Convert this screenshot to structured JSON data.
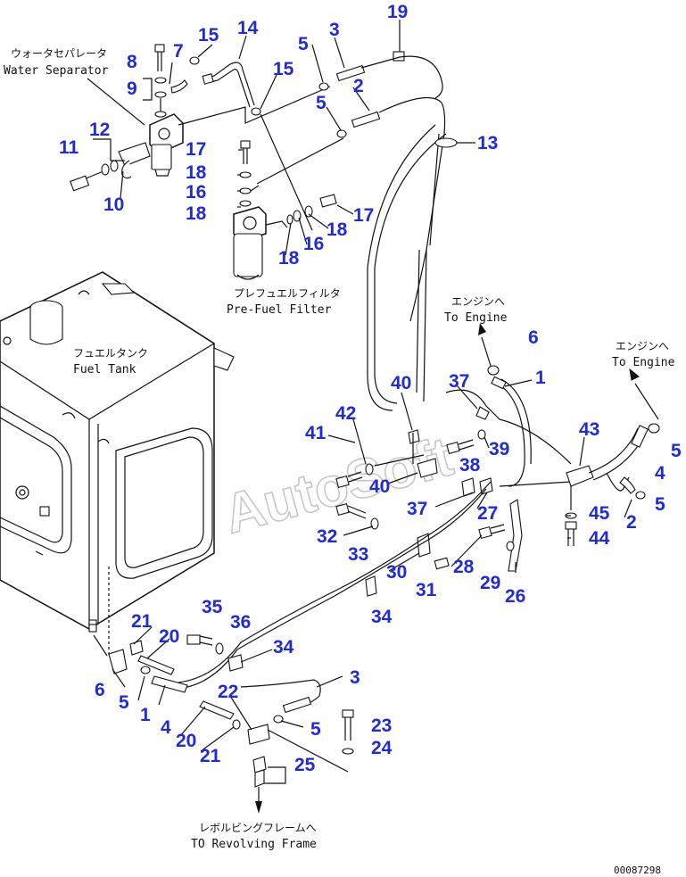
{
  "labels": {
    "water_separator_jp": "ウォータセパレータ",
    "water_separator_en": "Water Separator",
    "pre_fuel_filter_jp": "プレフュエルフィルタ",
    "pre_fuel_filter_en": "Pre-Fuel Filter",
    "fuel_tank_jp": "フュエルタンク",
    "fuel_tank_en": "Fuel Tank",
    "to_engine_jp": "エンジンへ",
    "to_engine_en": "To Engine",
    "revolving_frame_jp": "レボルビングフレームへ",
    "revolving_frame_en": "TO Revolving Frame",
    "watermark": "AutoSoft",
    "doc_id": "00087298"
  },
  "callouts": [
    {
      "id": "c8",
      "text": "8"
    },
    {
      "id": "c7",
      "text": "7"
    },
    {
      "id": "c15a",
      "text": "15"
    },
    {
      "id": "c14",
      "text": "14"
    },
    {
      "id": "c5a",
      "text": "5"
    },
    {
      "id": "c3a",
      "text": "3"
    },
    {
      "id": "c19",
      "text": "19"
    },
    {
      "id": "c9",
      "text": "9"
    },
    {
      "id": "c15b",
      "text": "15"
    },
    {
      "id": "c2a",
      "text": "2"
    },
    {
      "id": "c5b",
      "text": "5"
    },
    {
      "id": "c12",
      "text": "12"
    },
    {
      "id": "c13",
      "text": "13"
    },
    {
      "id": "c11",
      "text": "11"
    },
    {
      "id": "c17a",
      "text": "17"
    },
    {
      "id": "c18a",
      "text": "18"
    },
    {
      "id": "c16a",
      "text": "16"
    },
    {
      "id": "c10",
      "text": "10"
    },
    {
      "id": "c18b",
      "text": "18"
    },
    {
      "id": "c17b",
      "text": "17"
    },
    {
      "id": "c18c",
      "text": "18"
    },
    {
      "id": "c16b",
      "text": "16"
    },
    {
      "id": "c18d",
      "text": "18"
    },
    {
      "id": "c6a",
      "text": "6"
    },
    {
      "id": "c1a",
      "text": "1"
    },
    {
      "id": "c40a",
      "text": "40"
    },
    {
      "id": "c37a",
      "text": "37"
    },
    {
      "id": "c42",
      "text": "42"
    },
    {
      "id": "c41",
      "text": "41"
    },
    {
      "id": "c39",
      "text": "39"
    },
    {
      "id": "c43",
      "text": "43"
    },
    {
      "id": "c5c",
      "text": "5"
    },
    {
      "id": "c38",
      "text": "38"
    },
    {
      "id": "c4a",
      "text": "4"
    },
    {
      "id": "c40b",
      "text": "40"
    },
    {
      "id": "c5d",
      "text": "5"
    },
    {
      "id": "c37b",
      "text": "37"
    },
    {
      "id": "c27",
      "text": "27"
    },
    {
      "id": "c2b",
      "text": "2"
    },
    {
      "id": "c45",
      "text": "45"
    },
    {
      "id": "c32",
      "text": "32"
    },
    {
      "id": "c44",
      "text": "44"
    },
    {
      "id": "c33",
      "text": "33"
    },
    {
      "id": "c30",
      "text": "30"
    },
    {
      "id": "c28",
      "text": "28"
    },
    {
      "id": "c29",
      "text": "29"
    },
    {
      "id": "c31",
      "text": "31"
    },
    {
      "id": "c26",
      "text": "26"
    },
    {
      "id": "c35",
      "text": "35"
    },
    {
      "id": "c34a",
      "text": "34"
    },
    {
      "id": "c21a",
      "text": "21"
    },
    {
      "id": "c36",
      "text": "36"
    },
    {
      "id": "c20a",
      "text": "20"
    },
    {
      "id": "c34b",
      "text": "34"
    },
    {
      "id": "c6b",
      "text": "6"
    },
    {
      "id": "c22",
      "text": "22"
    },
    {
      "id": "c3b",
      "text": "3"
    },
    {
      "id": "c5e",
      "text": "5"
    },
    {
      "id": "c1b",
      "text": "1"
    },
    {
      "id": "c4b",
      "text": "4"
    },
    {
      "id": "c23",
      "text": "23"
    },
    {
      "id": "c5f",
      "text": "5"
    },
    {
      "id": "c20b",
      "text": "20"
    },
    {
      "id": "c24",
      "text": "24"
    },
    {
      "id": "c21b",
      "text": "21"
    },
    {
      "id": "c25",
      "text": "25"
    }
  ]
}
